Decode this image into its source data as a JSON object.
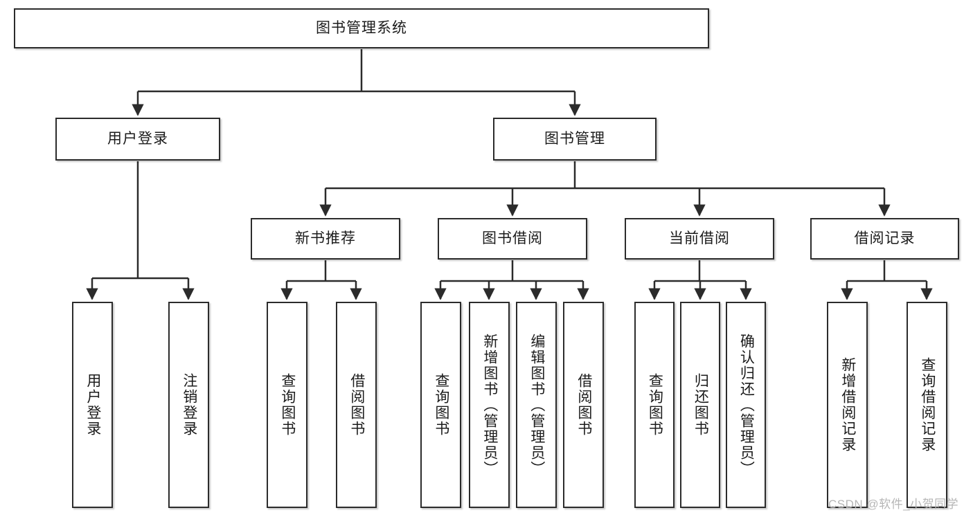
{
  "diagram": {
    "title": "图书管理系统",
    "type": "hierarchy-tree",
    "root": {
      "label": "图书管理系统"
    },
    "level2": [
      {
        "label": "用户登录"
      },
      {
        "label": "图书管理"
      }
    ],
    "level3": [
      {
        "label": "新书推荐"
      },
      {
        "label": "图书借阅"
      },
      {
        "label": "当前借阅"
      },
      {
        "label": "借阅记录"
      }
    ],
    "leaves": {
      "user_login": [
        {
          "label": "用户登录"
        },
        {
          "label": "注销登录"
        }
      ],
      "new_book": [
        {
          "label": "查询图书"
        },
        {
          "label": "借阅图书"
        }
      ],
      "book_borrow": [
        {
          "label": "查询图书"
        },
        {
          "label": "新增图书（管理员）"
        },
        {
          "label": "编辑图书（管理员）"
        },
        {
          "label": "借阅图书"
        }
      ],
      "current_borrow": [
        {
          "label": "查询图书"
        },
        {
          "label": "归还图书"
        },
        {
          "label": "确认归还（管理员）"
        }
      ],
      "borrow_record": [
        {
          "label": "新增借阅记录"
        },
        {
          "label": "查询借阅记录"
        }
      ]
    }
  },
  "watermark": {
    "text": "CSDN @软件_小贺同学"
  },
  "colors": {
    "stroke": "#2b2b2b",
    "fill": "#ffffff",
    "text": "#1b1b1b",
    "watermark": "#b6b6b6"
  }
}
